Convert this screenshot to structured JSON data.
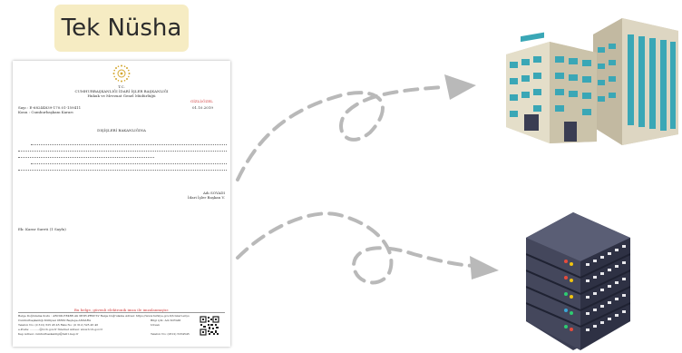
{
  "badge": {
    "label": "Tek Nüsha"
  },
  "document": {
    "tc": "T.C.",
    "org_line1": "CUMHURBAŞKANLIĞI İDARİ İŞLER BAŞKANLIĞI",
    "org_line2": "Hukuk ve Mevzuat Genel Müdürlüğü",
    "sayi": "Sayı    : E-68244839-170.01-159411",
    "konu": "Konu   : Cumhurbaşkanı Kararı",
    "stamp": "GİZLİ/ÖZEL",
    "date": "01.10.2019",
    "addressee": "DIŞİŞLERİ BAKANLIĞINA",
    "sign_name": "Adı SOYADI",
    "sign_title": "İdari İşler Başkan V.",
    "attachment": "Ek: Karar Sureti (1 Sayfa)",
    "footer_warning": "Bu belge, güvenli elektronik imza ile imzalanmıştır.",
    "footer_line1": "Belge Doğrulama Kodu : ABC9D-EE4BE-4G MNH-PRSVT-V      Belge Doğrulama Adresi: https://www.turkiye.gov.tr/icisleri-ebys",
    "footer_line2": "Cumhurbaşkanlığı Külliyesi 06560 Beştepe-ANKARA",
    "footer_line2b": "Bilgi için: Adı SOYADI",
    "footer_line3": "Telefon No: (0 312) 525 45 45  Faks No: (0 312) 525 45 46",
    "footer_line3b": "Unvan",
    "footer_line4": "e-Posta: ...........@tccb.gov.tr  İnternet Adresi: www.tccb.gov.tr",
    "footer_line5": "Kep Adresi: cumhurbaskanligi@hs01.kep.tr",
    "footer_line5b": "Telefon No: (0312) 5254545"
  },
  "icons": [
    "building-icon",
    "server-icon"
  ],
  "colors": {
    "badge_bg": "#f6ecc3",
    "arrow": "#b9b9b9",
    "building_wall": "#d8d1bc",
    "building_window": "#3aa7b6",
    "server_body": "#3a3d52"
  }
}
